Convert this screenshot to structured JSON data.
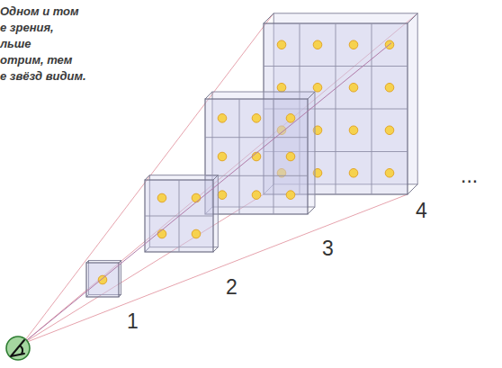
{
  "diagram": {
    "labels": [
      "Одном и том",
      "е зрения,",
      "льше",
      "отрим, тем",
      "е звёзд видим.",
      "1",
      "2",
      "3",
      "4",
      "..."
    ]
  }
}
